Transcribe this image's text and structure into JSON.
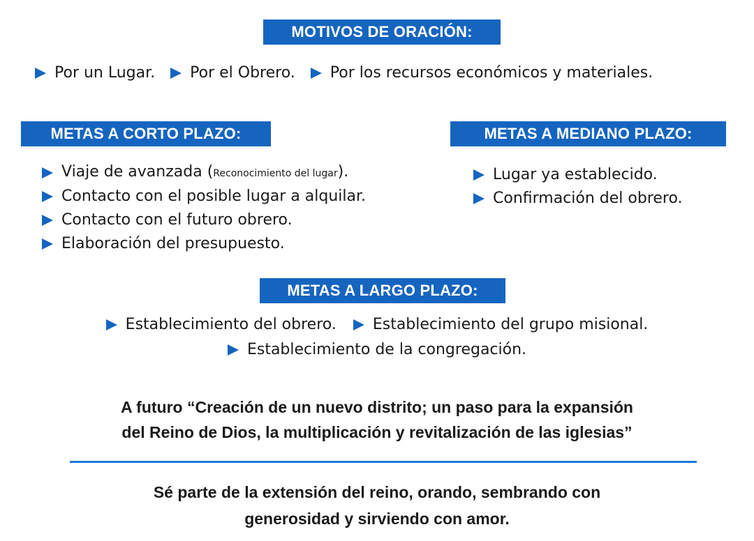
{
  "motivos": {
    "header": "MOTIVOS DE ORACIÓN:",
    "items": [
      "Por un Lugar.",
      "Por el Obrero.",
      "Por los recursos económicos y materiales."
    ]
  },
  "corto": {
    "header": "METAS A CORTO PLAZO:",
    "item0_main": "Viaje de avanzada (",
    "item0_small": "Reconocimiento del lugar",
    "item0_end": ").",
    "items": [
      "Contacto con el posible lugar a alquilar.",
      "Contacto con el futuro obrero.",
      "Elaboración del presupuesto."
    ]
  },
  "mediano": {
    "header": "METAS A MEDIANO PLAZO:",
    "items": [
      "Lugar ya establecido.",
      "Confirmación del obrero."
    ]
  },
  "largo": {
    "header": "METAS A LARGO PLAZO:",
    "items": [
      "Establecimiento del obrero.",
      "Establecimiento del grupo misional.",
      "Establecimiento de la congregación."
    ]
  },
  "futuro": {
    "line1": "A futuro “Creación de un nuevo distrito; un paso para la expansión",
    "line2": "del Reino de Dios, la multiplicación y revitalización de las iglesias”"
  },
  "cierre": {
    "line1": "Sé parte de la extensión del reino, orando, sembrando con",
    "line2": "generosidad y sirviendo con amor."
  },
  "colors": {
    "accent": "#1565c0",
    "rule": "#1e7ad3"
  },
  "icons": {
    "bullet": "triangle-arrow-icon"
  }
}
